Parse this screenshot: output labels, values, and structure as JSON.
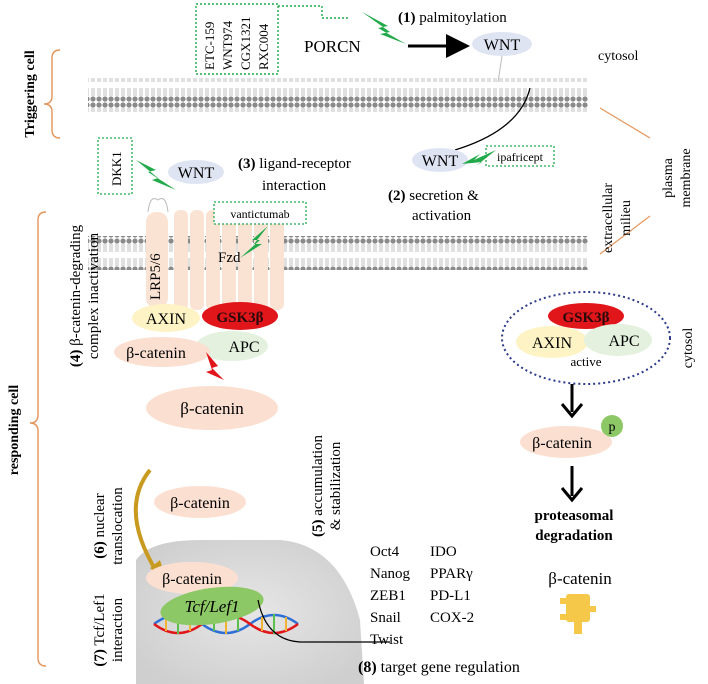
{
  "sidebar": {
    "triggering_cell": "Triggering cell",
    "responding_cell": "responding cell"
  },
  "inhibitors": [
    "ETC-159",
    "WNT974",
    "CGX1321",
    "RXC004"
  ],
  "steps": {
    "s1_num": "(1)",
    "s1_text": "palmitoylation",
    "s2_num": "(2)",
    "s2_line1": "secretion &",
    "s2_line2": "activation",
    "s3_num": "(3)",
    "s3_line1": "ligand-receptor",
    "s3_line2": "interaction",
    "s4_num": "(4)",
    "s4_line1": "β-catenin-degrading",
    "s4_line2": "complex inactivation",
    "s5_num": "(5)",
    "s5_line1": "accumulation",
    "s5_line2": "& stabilization",
    "s6_num": "(6)",
    "s6_line1": "nuclear",
    "s6_line2": "translocation",
    "s7_num": "(7)",
    "s7_line1": "Tcf/Lef1",
    "s7_line2": "interaction",
    "s8_num": "(8)",
    "s8_text": "target gene regulation"
  },
  "labels": {
    "porcn": "PORCN",
    "wnt": "WNT",
    "cytosol": "cytosol",
    "plasma_membrane_1": "plasma",
    "plasma_membrane_2": "membrane",
    "extracellular_1": "extracellular",
    "extracellular_2": "milieu",
    "ipafricept": "ipafricept",
    "dkk1": "DKK1",
    "vantictumab": "vantictumab",
    "lrp": "LRP5/6",
    "fzd": "Fzd",
    "axin": "AXIN",
    "gsk3b": "GSK3β",
    "apc": "APC",
    "beta_catenin": "β-catenin",
    "active": "active",
    "p": "p",
    "proteasomal_1": "proteasomal",
    "proteasomal_2": "degradation",
    "tcf": "Tcf/Lef1"
  },
  "genes_left": [
    "Oct4",
    "Nanog",
    "ZEB1",
    "Snail",
    "Twist"
  ],
  "genes_right": [
    "IDO",
    "PPARγ",
    "PD-L1",
    "COX-2"
  ],
  "colors": {
    "membrane": "#8a8a8a",
    "wnt_oval": "#dfe4f3",
    "lrp_fzd": "#fbe3d4",
    "axin": "#fdf3c4",
    "gsk3b": "#e0161b",
    "apc": "#e3f1de",
    "beta_catenin": "#fbe0d2",
    "inhibitor_bolt": "#22a94a",
    "nucleus": "#dedede",
    "tcf": "#8cc865",
    "bracket": "#e4955c",
    "arrow_gold": "#c99a20",
    "phospho": "#8cc865",
    "proteasome": "#f6c84a"
  }
}
